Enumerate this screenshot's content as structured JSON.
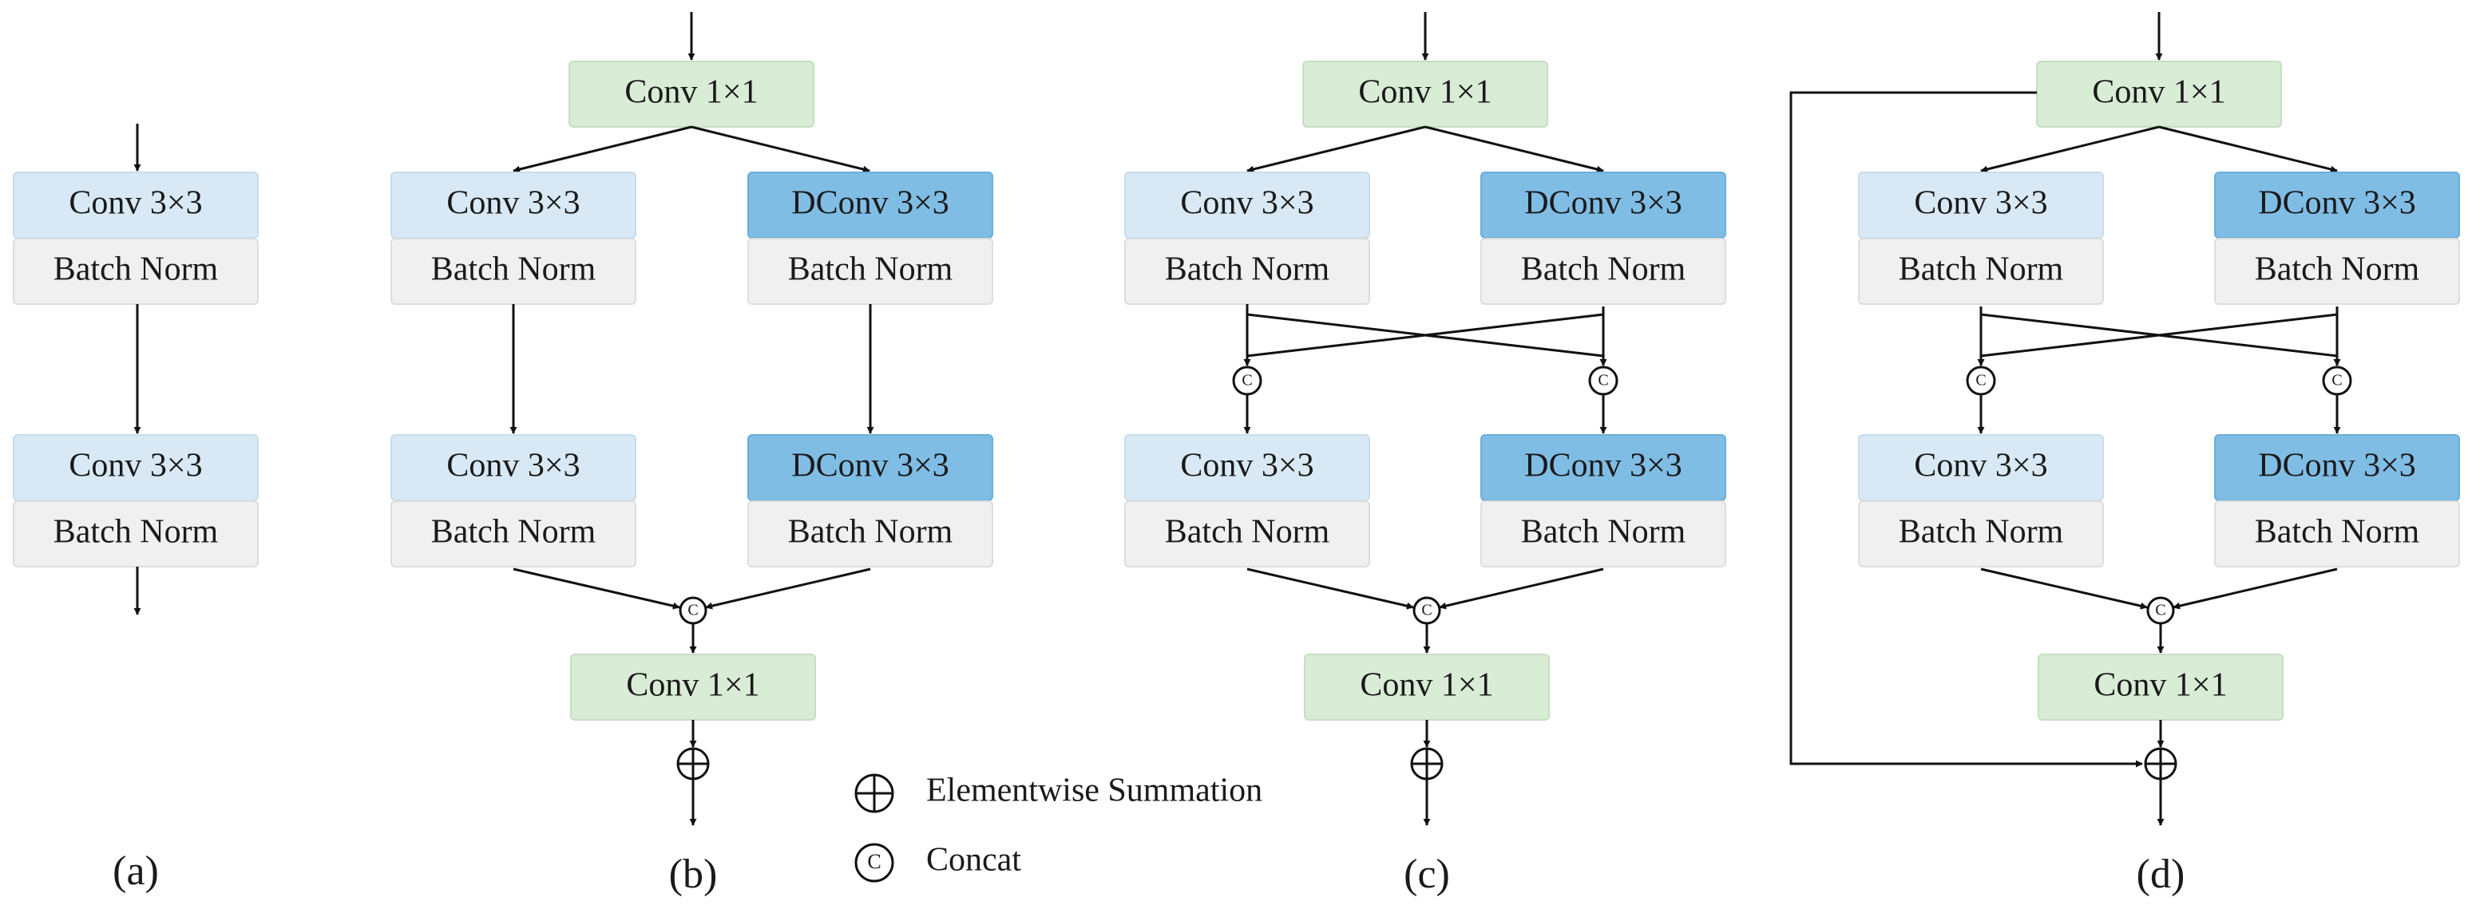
{
  "colors": {
    "conv3": "#d8e9f5",
    "dconv": "#80bde5",
    "bn": "#f0f0f0",
    "conv1": "#d9ecd6",
    "line": "#111111"
  },
  "labels": {
    "conv3": "Conv 3×3",
    "dconv": "DConv 3×3",
    "bn": "Batch Norm",
    "conv1": "Conv 1×1",
    "concat_symbol": "C"
  },
  "panels": {
    "a": "(a)",
    "b": "(b)",
    "c": "(c)",
    "d": "(d)"
  },
  "legend": {
    "sum_icon": "circled-plus-icon",
    "sum_label": "Elementwise Summation",
    "concat_icon": "circled-c-icon",
    "concat_label": "Concat"
  }
}
